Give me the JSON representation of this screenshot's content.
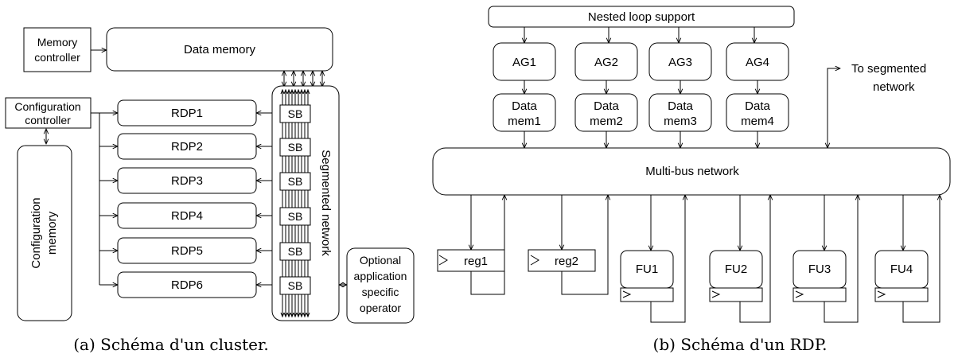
{
  "cluster": {
    "memory_controller": [
      "Memory",
      "controller"
    ],
    "data_memory": "Data memory",
    "configuration_controller": [
      "Configuration",
      "controller"
    ],
    "configuration_memory": [
      "Configuration",
      "memory"
    ],
    "rdps": [
      "RDP1",
      "RDP2",
      "RDP3",
      "RDP4",
      "RDP5",
      "RDP6"
    ],
    "switch_box": "SB",
    "segmented_network": "Segmented network",
    "optional_operator": [
      "Optional",
      "application",
      "specific",
      "operator"
    ],
    "caption": "(a) Schéma d'un cluster."
  },
  "rdp": {
    "nested_loop": "Nested loop support",
    "address_generators": [
      "AG1",
      "AG2",
      "AG3",
      "AG4"
    ],
    "data_mems": [
      [
        "Data",
        "mem1"
      ],
      [
        "Data",
        "mem2"
      ],
      [
        "Data",
        "mem3"
      ],
      [
        "Data",
        "mem4"
      ]
    ],
    "to_segmented": [
      "To segmented",
      "network"
    ],
    "multibus": "Multi-bus network",
    "registers": [
      "reg1",
      "reg2"
    ],
    "functional_units": [
      "FU1",
      "FU2",
      "FU3",
      "FU4"
    ],
    "caption": "(b) Schéma d'un RDP."
  }
}
